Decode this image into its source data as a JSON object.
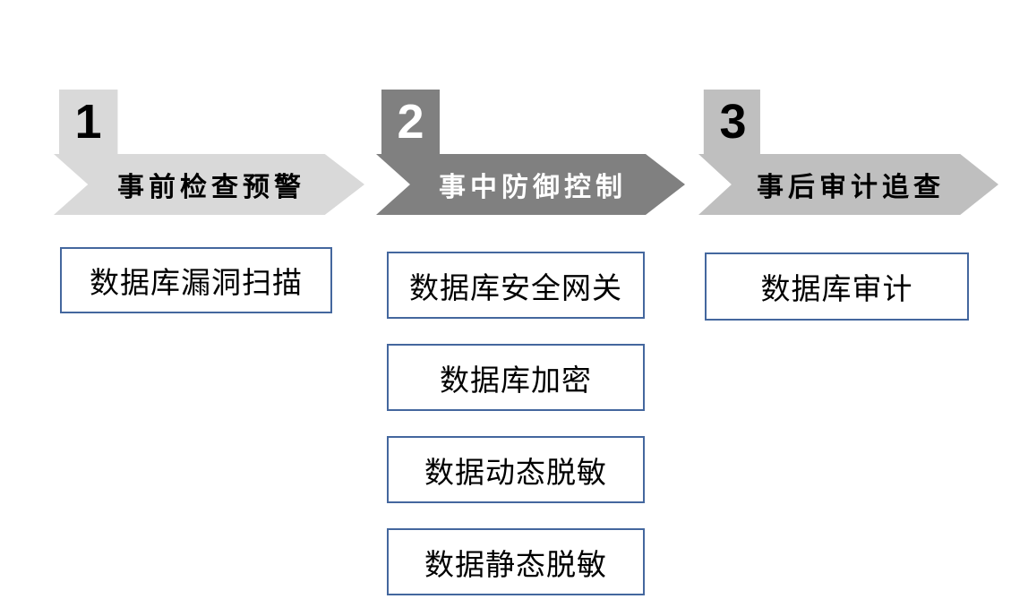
{
  "page": {
    "background_color": "#ffffff"
  },
  "phases": [
    {
      "number": "1",
      "label": "事前检查预警",
      "fill": "#d9d9d9",
      "label_color": "#000000",
      "items": [
        "数据库漏洞扫描"
      ]
    },
    {
      "number": "2",
      "label": "事中防御控制",
      "fill": "#808080",
      "label_color": "#ffffff",
      "items": [
        "数据库安全网关",
        "数据库加密",
        "数据动态脱敏",
        "数据静态脱敏"
      ]
    },
    {
      "number": "3",
      "label": "事后审计追查",
      "fill": "#bfbfbf",
      "label_color": "#000000",
      "items": [
        "数据库审计"
      ]
    }
  ],
  "item_box": {
    "border_color": "#44679e",
    "background": "#ffffff",
    "text_color": "#000000"
  }
}
